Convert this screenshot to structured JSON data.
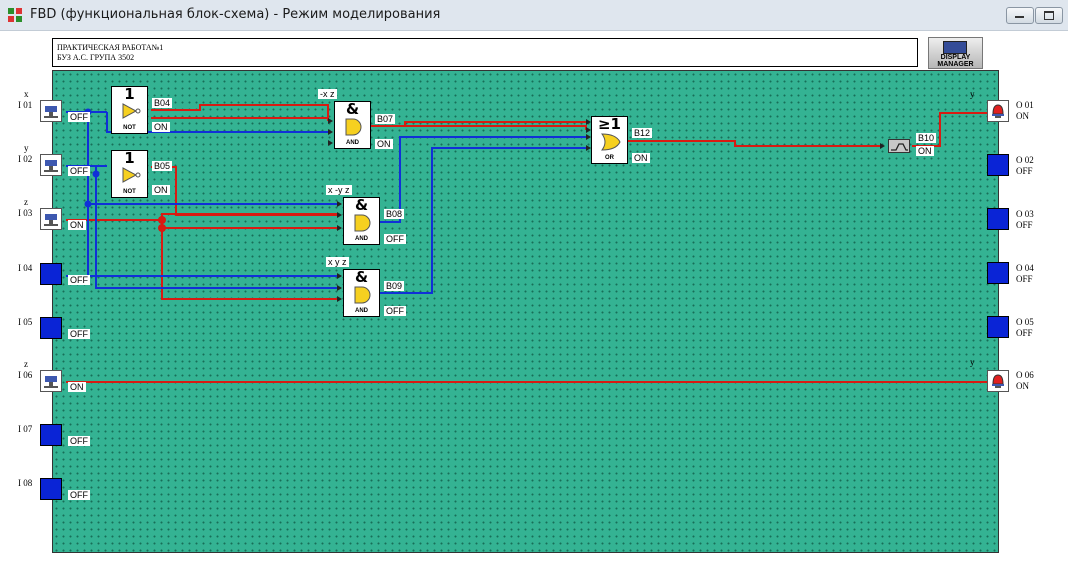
{
  "window": {
    "title": "FBD (функциональная блок-схема) - Режим моделирования",
    "minimize_label": "minimize",
    "restore_label": "restore"
  },
  "header": {
    "line1": "ПРАКТИЧЕСКАЯ РАБОТА№1",
    "line2": "БУЗ А.С. ГРУПА 3502"
  },
  "display_manager": {
    "line1": "DISPLAY",
    "line2": "MANAGER"
  },
  "inputs": [
    {
      "id": "I 01",
      "name": "x",
      "state": "OFF",
      "kind": "switch"
    },
    {
      "id": "I 02",
      "name": "y",
      "state": "OFF",
      "kind": "switch"
    },
    {
      "id": "I 03",
      "name": "z",
      "state": "ON",
      "kind": "switch"
    },
    {
      "id": "I 04",
      "name": "",
      "state": "OFF",
      "kind": "blank"
    },
    {
      "id": "I 05",
      "name": "",
      "state": "OFF",
      "kind": "blank"
    },
    {
      "id": "I 06",
      "name": "z",
      "state": "ON",
      "kind": "switch"
    },
    {
      "id": "I 07",
      "name": "",
      "state": "OFF",
      "kind": "blank"
    },
    {
      "id": "I 08",
      "name": "",
      "state": "OFF",
      "kind": "blank"
    }
  ],
  "outputs": [
    {
      "id": "O 01",
      "name": "y",
      "state": "ON",
      "kind": "lamp"
    },
    {
      "id": "O 02",
      "name": "",
      "state": "OFF",
      "kind": "blank"
    },
    {
      "id": "O 03",
      "name": "",
      "state": "OFF",
      "kind": "blank"
    },
    {
      "id": "O 04",
      "name": "",
      "state": "OFF",
      "kind": "blank"
    },
    {
      "id": "O 05",
      "name": "",
      "state": "OFF",
      "kind": "blank"
    },
    {
      "id": "O 06",
      "name": "y",
      "state": "ON",
      "kind": "lamp"
    }
  ],
  "blocks": [
    {
      "id": "B04",
      "symbol": "1",
      "type": "NOT",
      "state": "ON",
      "caption": ""
    },
    {
      "id": "B05",
      "symbol": "1",
      "type": "NOT",
      "state": "ON",
      "caption": ""
    },
    {
      "id": "B07",
      "symbol": "&",
      "type": "AND",
      "state": "ON",
      "caption": "-x z"
    },
    {
      "id": "B08",
      "symbol": "&",
      "type": "AND",
      "state": "OFF",
      "caption": "x -y z"
    },
    {
      "id": "B09",
      "symbol": "&",
      "type": "AND",
      "state": "OFF",
      "caption": "x y z"
    },
    {
      "id": "B12",
      "symbol": "≥1",
      "type": "OR",
      "state": "ON",
      "caption": ""
    },
    {
      "id": "B10",
      "symbol": "",
      "type": "",
      "state": "ON",
      "caption": ""
    }
  ],
  "colors": {
    "canvas": "#34b393",
    "wire_on": "#d81b12",
    "wire_off": "#1030d8",
    "io_blank": "#0a24d6"
  }
}
